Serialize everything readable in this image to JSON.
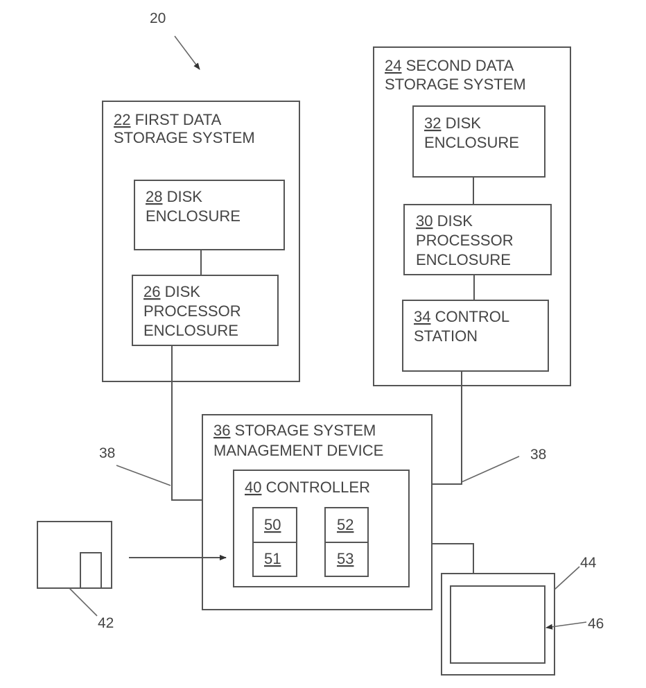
{
  "figure": {
    "ref_system": "20",
    "ref_link_left": "38",
    "ref_link_right": "38",
    "ref_media": "42",
    "ref_display": "44",
    "ref_screen": "46"
  },
  "first_system": {
    "num": "22",
    "line1": " FIRST DATA",
    "line2": "STORAGE SYSTEM"
  },
  "disk_enclosure_28": {
    "num": "28",
    "line1": " DISK",
    "line2": "ENCLOSURE"
  },
  "dpe_26": {
    "num": "26",
    "line1": " DISK",
    "line2": "PROCESSOR",
    "line3": "ENCLOSURE"
  },
  "second_system": {
    "num": "24",
    "line1": " SECOND DATA",
    "line2": "STORAGE SYSTEM"
  },
  "disk_enclosure_32": {
    "num": "32",
    "line1": " DISK",
    "line2": "ENCLOSURE"
  },
  "dpe_30": {
    "num": "30",
    "line1": " DISK",
    "line2": "PROCESSOR",
    "line3": "ENCLOSURE"
  },
  "control_station": {
    "num": "34",
    "line1": " CONTROL",
    "line2": "STATION"
  },
  "mgmt_device": {
    "num": "36",
    "line1": " STORAGE SYSTEM",
    "line2": "MANAGEMENT DEVICE"
  },
  "controller": {
    "num": "40",
    "line1": " CONTROLLER"
  },
  "modules": [
    "50",
    "51",
    "52",
    "53"
  ]
}
